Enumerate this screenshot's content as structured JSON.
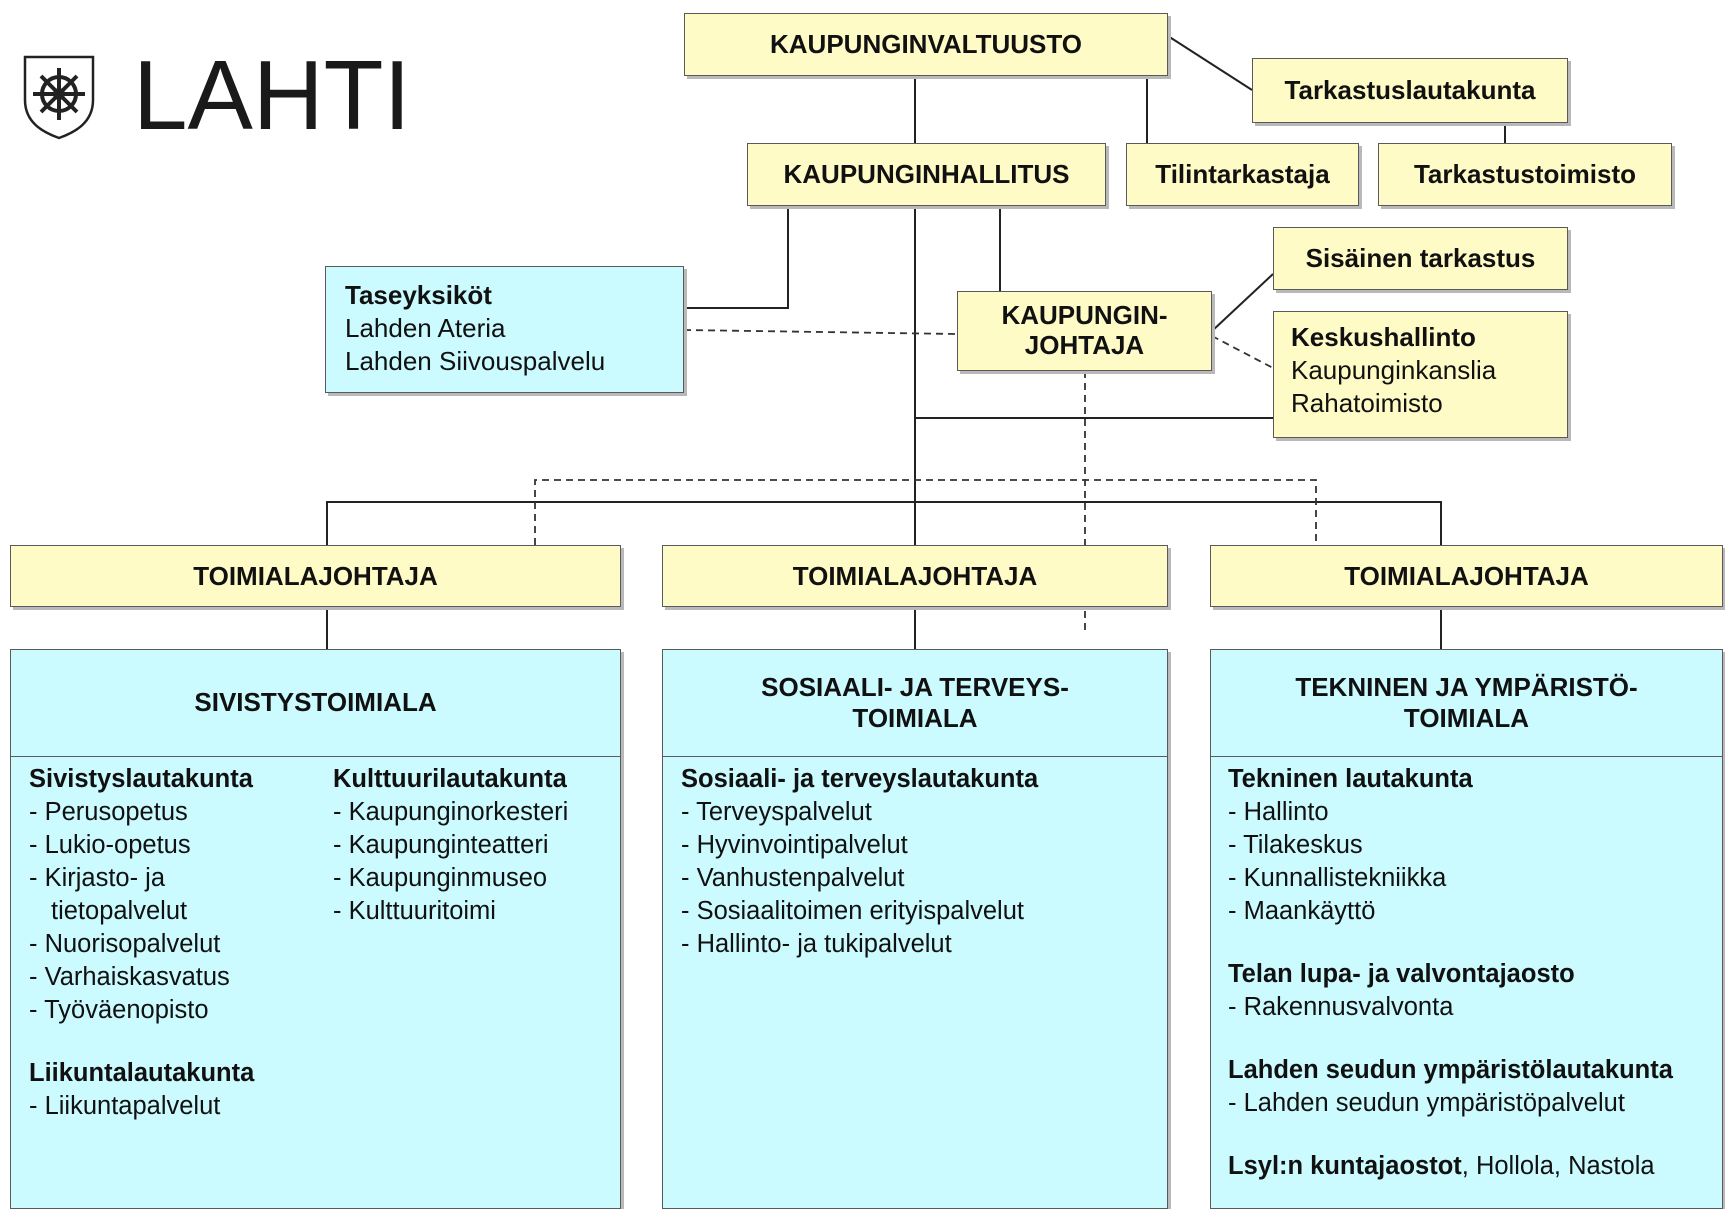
{
  "logo": {
    "text": "LAHTI",
    "icon": "wheel-coat-of-arms-icon"
  },
  "top": {
    "valtuusto": "KAUPUNGINVALTUUSTO",
    "tarkastuslautakunta": "Tarkastuslautakunta",
    "hallitus": "KAUPUNGINHALLITUS",
    "tilintarkastaja": "Tilintarkastaja",
    "tarkastustoimisto": "Tarkastustoimisto",
    "sisainen": "Sisäinen tarkastus",
    "johtaja_1": "KAUPUNGIN-",
    "johtaja_2": "JOHTAJA"
  },
  "taseyksikot": {
    "title": "Taseyksiköt",
    "items": [
      "Lahden Ateria",
      "Lahden Siivouspalvelu"
    ]
  },
  "keskushallinto": {
    "title": "Keskushallinto",
    "items": [
      "Kaupunginkanslia",
      "Rahatoimisto"
    ]
  },
  "toimialajohtaja": [
    "TOIMIALAJOHTAJA",
    "TOIMIALAJOHTAJA",
    "TOIMIALAJOHTAJA"
  ],
  "departments": [
    {
      "title_1": "SIVISTYSTOIMIALA",
      "col1": {
        "h1": "Sivistyslautakunta",
        "items1": [
          "- Perusopetus",
          "- Lukio-opetus",
          "- Kirjasto- ja",
          "tietopalvelut",
          "- Nuorisopalvelut",
          "- Varhaiskasvatus",
          "- Työväenopisto"
        ],
        "h2": "Liikuntalautakunta",
        "items2": [
          "- Liikuntapalvelut"
        ]
      },
      "col2": {
        "h1": "Kulttuurilautakunta",
        "items1": [
          "- Kaupunginorkesteri",
          "- Kaupunginteatteri",
          "- Kaupunginmuseo",
          "- Kulttuuritoimi"
        ]
      }
    },
    {
      "title_1": "SOSIAALI- JA TERVEYS-",
      "title_2": "TOIMIALA",
      "col1": {
        "h1": "Sosiaali- ja terveyslautakunta",
        "items1": [
          "- Terveyspalvelut",
          "- Hyvinvointipalvelut",
          "- Vanhustenpalvelut",
          "- Sosiaalitoimen erityispalvelut",
          "- Hallinto- ja tukipalvelut"
        ]
      }
    },
    {
      "title_1": "TEKNINEN JA YMPÄRISTÖ-",
      "title_2": "TOIMIALA",
      "col1": {
        "h1": "Tekninen lautakunta",
        "items1": [
          "- Hallinto",
          "- Tilakeskus",
          "- Kunnallistekniikka",
          "- Maankäyttö"
        ],
        "h2": "Telan lupa- ja valvontajaosto",
        "items2": [
          "- Rakennusvalvonta"
        ],
        "h3": "Lahden seudun ympäristölautakunta",
        "items3": [
          "- Lahden seudun ympäristöpalvelut"
        ],
        "h4": "Lsyl:n kuntajaostot",
        "h4_tail": ", Hollola, Nastola"
      }
    }
  ]
}
